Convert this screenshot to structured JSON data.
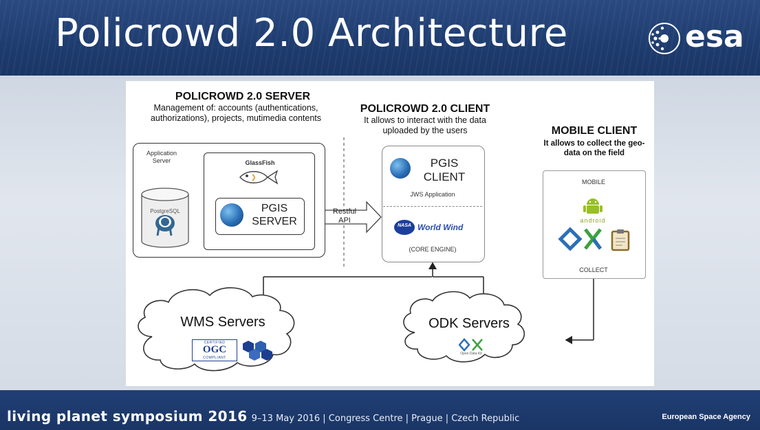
{
  "slide": {
    "title": "Policrowd 2.0 Architecture",
    "logo_text": "esa"
  },
  "server": {
    "heading": "POLICROWD 2.0 SERVER",
    "description": "Management of: accounts (authentications, authorizations), projects, mutimedia contents",
    "app_server_label_line1": "Application",
    "app_server_label_line2": "Server",
    "glassfish_label": "GlassFish",
    "postgresql_label": "PostgreSQL",
    "pgis_server_line1": "PGIS",
    "pgis_server_line2": "SERVER"
  },
  "api": {
    "line1": "Restful",
    "line2": "API"
  },
  "client": {
    "heading": "POLICROWD 2.0 CLIENT",
    "description": "It allows to interact with the data uploaded by the users",
    "pgis_client_line1": "PGIS",
    "pgis_client_line2": "CLIENT",
    "jws_label": "JWS Application",
    "nasa_label": "NASA",
    "world_wind_label": "World Wind",
    "core_engine_label": "(CORE ENGINE)"
  },
  "mobile": {
    "heading": "MOBILE CLIENT",
    "description": "It allows to collect the geo-data on the field",
    "box_label": "MOBILE",
    "android_label": "android",
    "collect_label": "COLLECT"
  },
  "clouds": {
    "wms_label": "WMS Servers",
    "ogc_line1": "CERTIFIED",
    "ogc_main": "OGC",
    "ogc_line2": "COMPLIANT",
    "odk_label": "ODK Servers",
    "odk_sub": "Open Data Kit"
  },
  "footer": {
    "main": "living planet symposium 2016",
    "sub": "9–13 May 2016 | Congress Centre | Prague | Czech Republic",
    "agency": "European Space Agency"
  },
  "colors": {
    "band_blue": "#1f3d70",
    "android_green": "#97c024",
    "odk_green": "#3aa13f",
    "odk_blue": "#2c6fb7",
    "ogc_blue": "#1d3f8f"
  }
}
